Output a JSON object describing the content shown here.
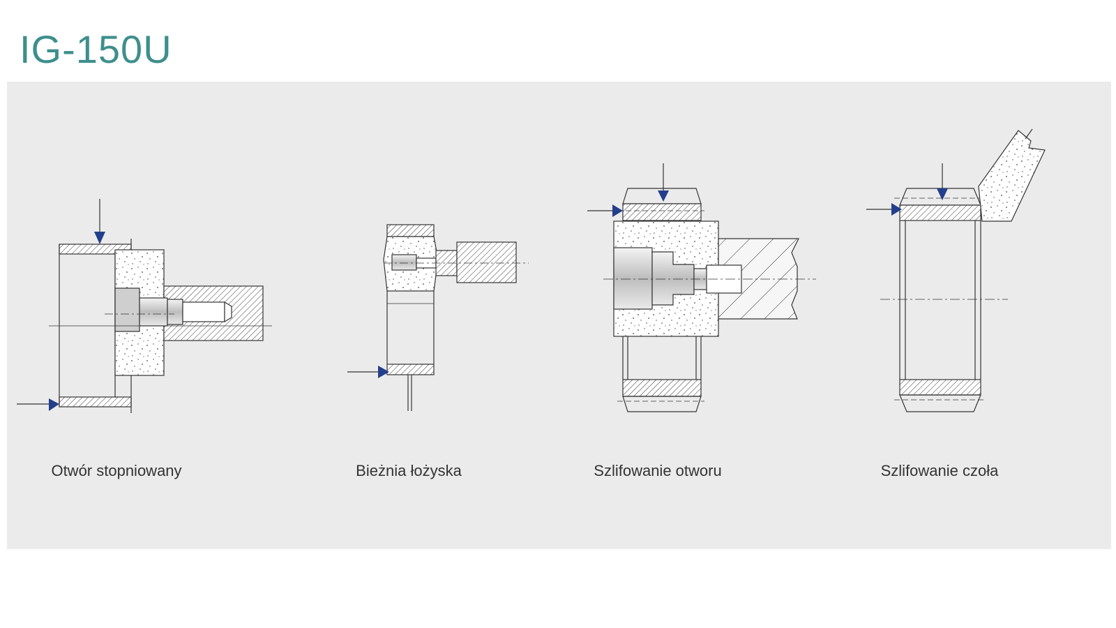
{
  "title": "IG-150U",
  "captions": [
    "Otwór stopniowany",
    "Bieżnia łożyska",
    "Szlifowanie otworu",
    "Szlifowanie czoła"
  ],
  "colors": {
    "title": "#3d8f8c",
    "panel": "#ebebeb",
    "marker": "#233f8c",
    "line": "#333333"
  }
}
